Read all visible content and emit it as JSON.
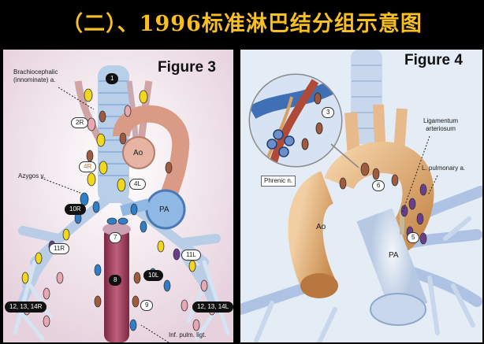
{
  "slide_title": "（二）、1996标准淋巴结分组示意图",
  "figure3": {
    "title": "Figure 3",
    "labels": {
      "brachiocephalic": "Brachiocephalic\n(innominate) a.",
      "azygos": "Azygos v.",
      "ao": "Ao",
      "pa": "PA",
      "inf_pulm_ligt": "Inf. pulm. ligt."
    },
    "stations": [
      "1",
      "2R",
      "4R",
      "4L",
      "10R",
      "11R",
      "7",
      "8",
      "10L",
      "11L",
      "9",
      "12, 13, 14R",
      "12, 13, 14L"
    ]
  },
  "figure4": {
    "title": "Figure 4",
    "labels": {
      "ligamentum": "Ligamentum\narteriosum",
      "l_pulmonary": "L. pulmonary a.",
      "phrenic": "Phrenic n.",
      "ao": "Ao",
      "pa": "PA"
    },
    "stations": [
      "3",
      "6",
      "5"
    ]
  },
  "colors": {
    "title": "#f7bf22",
    "node_blue": "#2e7fc8",
    "node_yellow": "#f2d81d",
    "node_pink": "#e7a8b4",
    "node_brown": "#a05a3c",
    "node_purple": "#6a3d8e",
    "aorta": "#d99a86",
    "pa": "#9ec2e6",
    "esophagus": "#a3405e",
    "trachea": "#b7cfe9"
  }
}
